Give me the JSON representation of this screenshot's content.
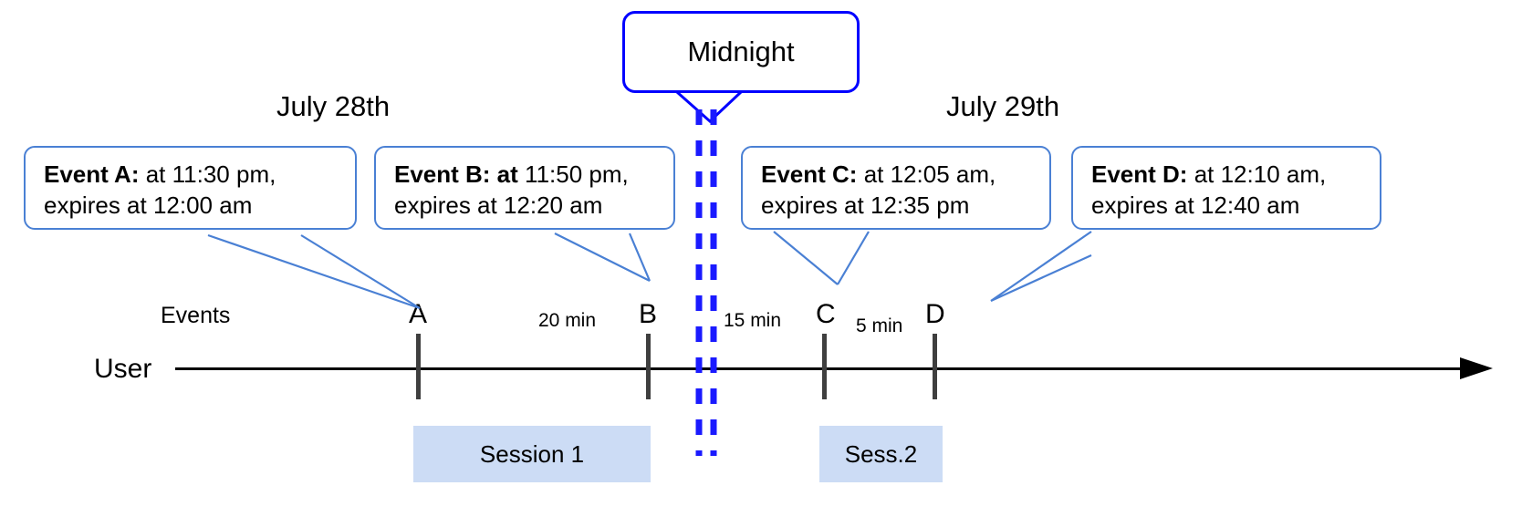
{
  "diagram": {
    "title_bubble": {
      "label": "Midnight"
    },
    "date_labels": [
      {
        "name": "date-left",
        "text": "July 28th"
      },
      {
        "name": "date-right",
        "text": "July 29th"
      }
    ],
    "axis": {
      "row_label": "User",
      "events_label": "Events"
    },
    "callouts": [
      {
        "id": "event-a",
        "bold": "Event A:",
        "rest_line1": " at 11:30 pm,",
        "line2": "expires at 12:00 am"
      },
      {
        "id": "event-b",
        "bold": "Event B: at",
        "rest_line1": " 11:50 pm,",
        "line2": "expires at 12:20 am"
      },
      {
        "id": "event-c",
        "bold": "Event C:",
        "rest_line1": " at 12:05 am,",
        "line2": "expires at 12:35 pm"
      },
      {
        "id": "event-d",
        "bold": "Event D:",
        "rest_line1": "  at 12:10 am,",
        "line2": "expires at 12:40 am"
      }
    ],
    "ticks": [
      {
        "id": "tick-a",
        "letter": "A"
      },
      {
        "id": "tick-b",
        "letter": "B"
      },
      {
        "id": "tick-c",
        "letter": "C"
      },
      {
        "id": "tick-d",
        "letter": "D"
      }
    ],
    "gaps": [
      {
        "id": "gap-ab",
        "text": "20 min"
      },
      {
        "id": "gap-bc",
        "text": "15 min"
      },
      {
        "id": "gap-cd",
        "text": "5 min"
      }
    ],
    "sessions": [
      {
        "id": "session-1",
        "label": "Session 1"
      },
      {
        "id": "session-2",
        "label": "Sess.2"
      }
    ],
    "colors": {
      "callout_border": "#4a80d4",
      "midnight_border": "#0000ff",
      "midnight_line": "#1a1aff",
      "session_fill": "#ccdcf5",
      "tick": "#3f3f3f",
      "axis": "#000000",
      "leader": "#4a80d4"
    }
  }
}
